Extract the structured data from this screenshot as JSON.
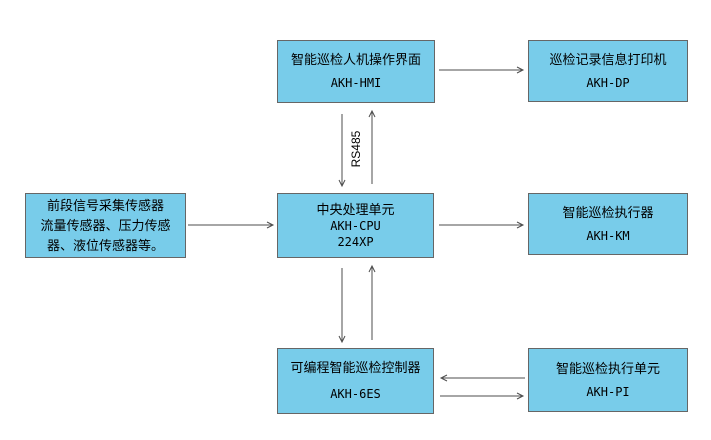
{
  "colors": {
    "page_bg": "#ffffff",
    "box_fill": "#78CCEA",
    "box_border": "#666666",
    "line_color": "#4d4d4d",
    "text_color": "#000000"
  },
  "diagram": {
    "nodes": {
      "hmi": {
        "lines": [
          "智能巡检人机操作界面",
          "AKH-HMI"
        ]
      },
      "dp": {
        "lines": [
          "巡检记录信息打印机",
          "AKH-DP"
        ]
      },
      "sensors": {
        "lines": [
          "前段信号采集传感器",
          "流量传感器、压力传感",
          "器、液位传感器等。"
        ]
      },
      "cpu": {
        "lines": [
          "中央处理单元",
          "AKH-CPU",
          "224XP"
        ]
      },
      "km": {
        "lines": [
          "智能巡检执行器",
          "AKH-KM"
        ]
      },
      "plc": {
        "lines": [
          "可编程智能巡检控制器",
          "AKH-6ES"
        ]
      },
      "pi": {
        "lines": [
          "智能巡检执行单元",
          "AKH-PI"
        ]
      }
    },
    "labels": {
      "rs485": "RS485"
    },
    "connections": [
      {
        "from": "hmi",
        "to": "dp",
        "type": "arrow"
      },
      {
        "from": "hmi",
        "to": "cpu",
        "type": "bidirectional",
        "label": "RS485"
      },
      {
        "from": "sensors",
        "to": "cpu",
        "type": "arrow"
      },
      {
        "from": "cpu",
        "to": "km",
        "type": "arrow"
      },
      {
        "from": "cpu",
        "to": "plc",
        "type": "bidirectional"
      },
      {
        "from": "plc",
        "to": "pi",
        "type": "bidirectional"
      }
    ]
  }
}
